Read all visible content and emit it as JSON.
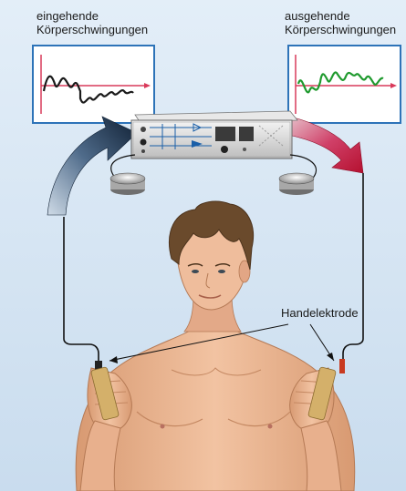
{
  "labels": {
    "incoming_line1": "eingehende",
    "incoming_line2": "Körperschwingungen",
    "outgoing_line1": "ausgehende",
    "outgoing_line2": "Körperschwingungen",
    "hand_electrode": "Handelektrode"
  },
  "colors": {
    "background": "#dbe9f5",
    "panel_border": "#2d73b8",
    "incoming_wave": "#1a1a1a",
    "outgoing_wave": "#1f9a2e",
    "axis_line": "#d93a5a",
    "arrow_left": "#1f3a5c",
    "arrow_right": "#c0143c",
    "skin": "#e9b48e",
    "hair": "#6a4a2c"
  }
}
